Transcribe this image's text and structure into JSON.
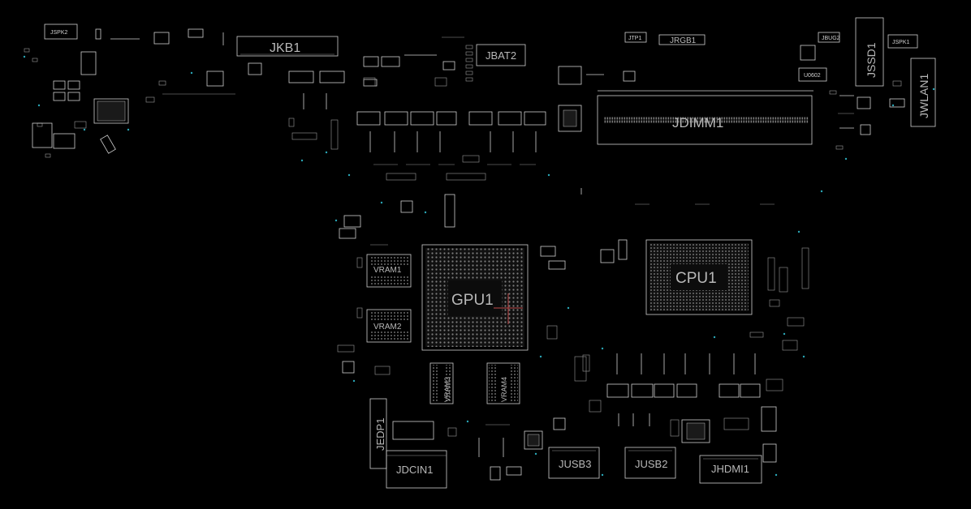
{
  "board": {
    "labels": {
      "jspk2": "JSPK2",
      "jkb1": "JKB1",
      "jbat2": "JBAT2",
      "jtp1": "JTP1",
      "jrgb1": "JRGB1",
      "jbug2": "JBUG2",
      "u0602": "U0602",
      "jssd1": "JSSD1",
      "jspk1": "JSPK1",
      "jwlan1": "JWLAN1",
      "jdimm1": "JDIMM1",
      "vram1": "VRAM1",
      "vram2": "VRAM2",
      "vram3": "VRAM3",
      "vram4": "VRAM4",
      "gpu1": "GPU1",
      "cpu1": "CPU1",
      "jedp1": "JEDP1",
      "jdcin1": "JDCIN1",
      "jusb3": "JUSB3",
      "jusb2": "JUSB2",
      "jhdmi1": "JHDMI1"
    }
  }
}
